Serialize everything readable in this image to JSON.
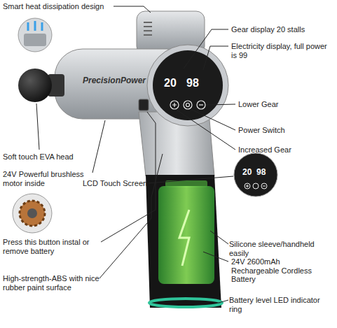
{
  "diagram": {
    "labels": [
      "Smart heat dissipation design",
      "Gear display 20 stalls",
      "Electricity display, full power is 99",
      "PrecisionPower",
      "20",
      "98",
      "Lower Gear",
      "Power Switch",
      "Increased Gear",
      "Soft touch EVA head",
      "24V Powerful brushless motor inside",
      "LCD Touch Screen",
      "20",
      "98",
      "Press this button instal or remove battery",
      "Silicone sleeve/handheld easily",
      "24V 2600mAh Rechargeable Cordless Battery",
      "High-strength-ABS with nice rubber paint surface",
      "Battery level LED indicator ring"
    ]
  }
}
